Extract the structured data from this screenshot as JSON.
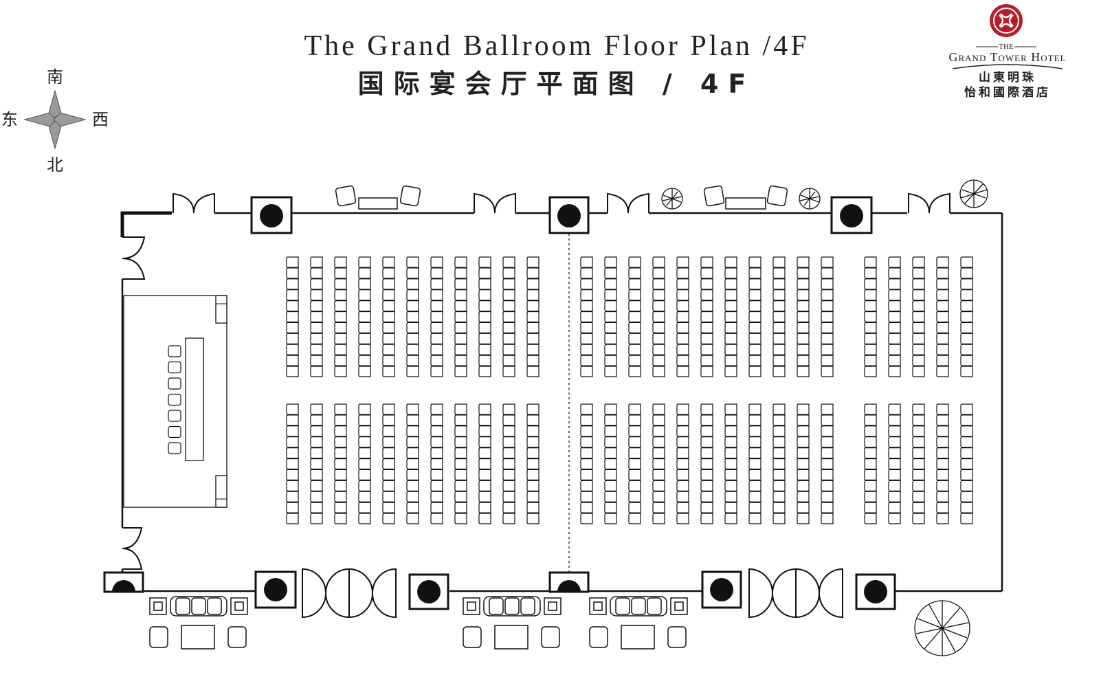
{
  "title_en": "The Grand Ballroom Floor Plan /4F",
  "title_zh": "国际宴会厅平面图 / 4F",
  "compass": {
    "north": "北",
    "south": "南",
    "east": "东",
    "west": "西"
  },
  "logo": {
    "line1": "THE",
    "line2": "Grand Tower Hotel",
    "line3": "山東明珠",
    "line4": "怡和國際酒店",
    "color": "#b3202a"
  },
  "seating": {
    "blocks": [
      {
        "name": "block-left-top",
        "columns": 11,
        "rows": 11
      },
      {
        "name": "block-mid-top",
        "columns": 11,
        "rows": 11
      },
      {
        "name": "block-right-top",
        "columns": 5,
        "rows": 11
      },
      {
        "name": "block-left-bottom",
        "columns": 11,
        "rows": 11
      },
      {
        "name": "block-mid-bottom",
        "columns": 11,
        "rows": 11
      },
      {
        "name": "block-right-bottom",
        "columns": 5,
        "rows": 11
      }
    ],
    "stage_chairs": 7
  }
}
